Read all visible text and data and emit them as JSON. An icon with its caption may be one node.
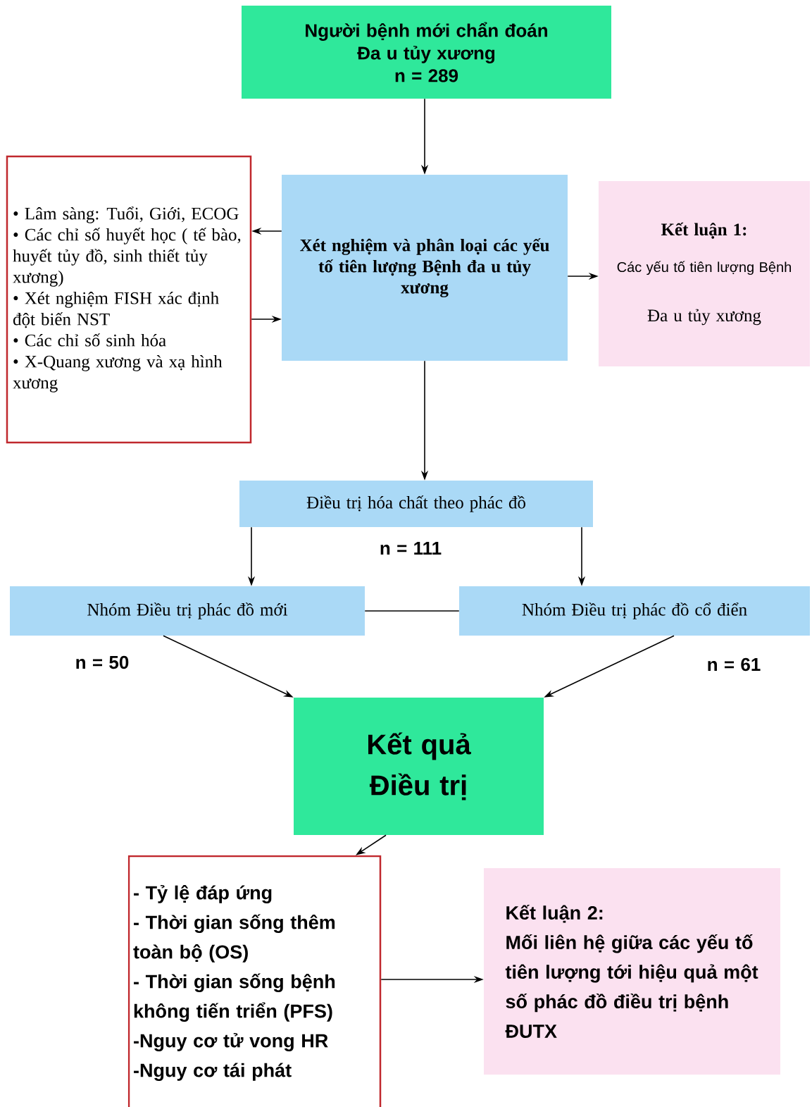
{
  "diagram": {
    "nodes": [
      {
        "text": [
          "Người bệnh mới chẩn đoán",
          "Đa u tủy xương",
          "n = 289"
        ]
      },
      {
        "text": [
          "• Lâm sàng: Tuổi, Giới, ECOG",
          "• Các chỉ số huyết học ( tế bào, huyết tủy đồ, sinh thiết tủy xương)",
          "• Xét nghiệm FISH xác định đột biến NST",
          "• Các chỉ số sinh hóa",
          "• X-Quang xương và xạ hình xương"
        ]
      },
      {
        "text": [
          "Xét nghiệm và phân loại các yếu tố tiên lượng Bệnh đa u tủy xương"
        ]
      },
      {
        "text": [
          "Kết luận 1:",
          "Các yếu tố tiên lượng Bệnh",
          "Đa u tủy xương"
        ]
      },
      {
        "text": [
          "Điều trị hóa chất theo phác đồ"
        ],
        "beside": [
          "n = 111"
        ]
      },
      {
        "text": [
          "Nhóm Điều trị phác đồ mới"
        ],
        "beside": [
          "n = 50"
        ]
      },
      {
        "text": [
          "Nhóm Điều trị phác đồ cổ điển"
        ],
        "beside": [
          "n = 61"
        ]
      },
      {
        "text": [
          "Kết quả Điều trị"
        ]
      },
      {
        "text": [
          "- Tỷ lệ đáp ứng",
          "- Thời gian sống thêm toàn bộ (OS)",
          "- Thời gian sống bệnh không tiến triển (PFS)",
          "-Nguy cơ tử vong HR",
          "-Nguy cơ tái phát"
        ]
      },
      {
        "text": [
          "Kết luận 2:",
          "Mối liên hệ giữa các yếu tố tiên lượng tới hiệu quả một số phác đồ điều trị bệnh ĐUTX"
        ]
      }
    ],
    "edges": [
      {
        "from": 0,
        "to": 2,
        "arrow": "to"
      },
      {
        "from": 2,
        "to": 1,
        "arrow": "to"
      },
      {
        "from": 1,
        "to": 2,
        "arrow": "to"
      },
      {
        "from": 2,
        "to": 3,
        "arrow": "to"
      },
      {
        "from": 2,
        "to": 4,
        "arrow": "to"
      },
      {
        "from": 4,
        "to": 5,
        "arrow": "to"
      },
      {
        "from": 4,
        "to": 6,
        "arrow": "to"
      },
      {
        "from": 5,
        "to": 6,
        "arrow": "none"
      },
      {
        "from": 5,
        "to": 7,
        "arrow": "to"
      },
      {
        "from": 6,
        "to": 7,
        "arrow": "to"
      },
      {
        "from": 7,
        "to": 8,
        "arrow": "to"
      },
      {
        "from": 8,
        "to": 9,
        "arrow": "to"
      }
    ]
  }
}
